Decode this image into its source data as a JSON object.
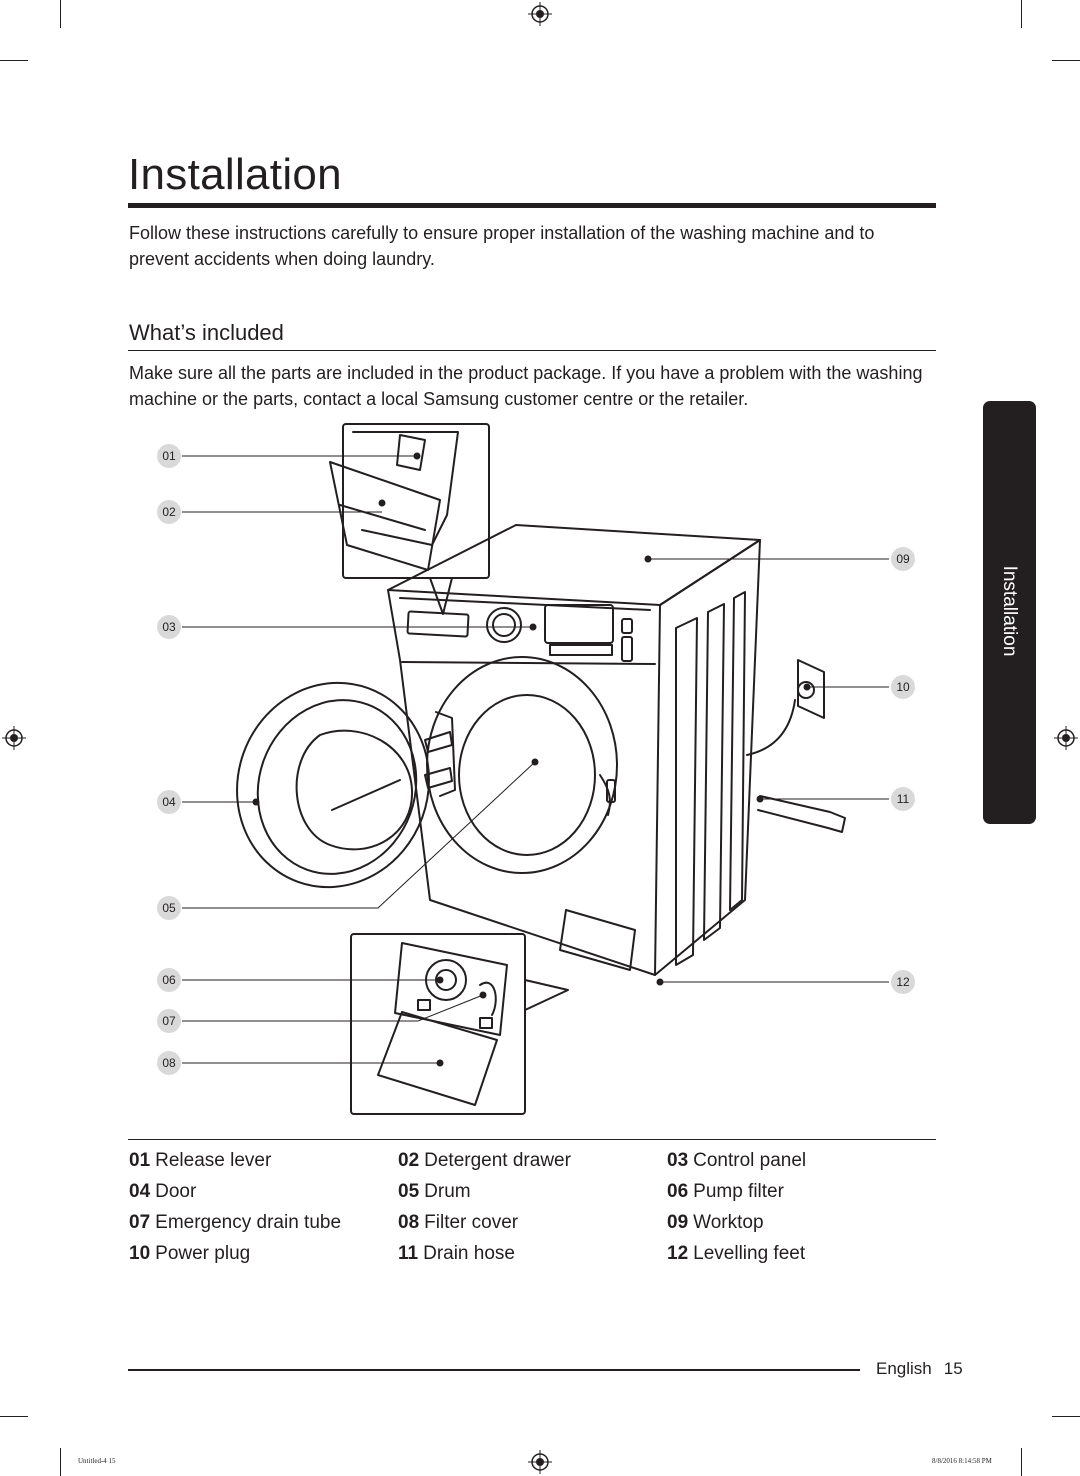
{
  "page": {
    "title": "Installation",
    "intro": "Follow these instructions carefully to ensure proper installation of the washing machine and to prevent accidents when doing laundry."
  },
  "section": {
    "title": "What’s included",
    "intro": "Make sure all the parts are included in the product package. If you have a problem with the washing machine or the parts, contact a local Samsung customer centre or the retailer."
  },
  "side_tab": {
    "label": "Installation"
  },
  "callouts": [
    "01",
    "02",
    "03",
    "04",
    "05",
    "06",
    "07",
    "08",
    "09",
    "10",
    "11",
    "12"
  ],
  "parts": [
    {
      "num": "01",
      "label": "Release lever"
    },
    {
      "num": "02",
      "label": "Detergent drawer"
    },
    {
      "num": "03",
      "label": "Control panel"
    },
    {
      "num": "04",
      "label": "Door"
    },
    {
      "num": "05",
      "label": "Drum"
    },
    {
      "num": "06",
      "label": "Pump filter"
    },
    {
      "num": "07",
      "label": "Emergency drain tube"
    },
    {
      "num": "08",
      "label": "Filter cover"
    },
    {
      "num": "09",
      "label": "Worktop"
    },
    {
      "num": "10",
      "label": "Power plug"
    },
    {
      "num": "11",
      "label": "Drain hose"
    },
    {
      "num": "12",
      "label": "Levelling feet"
    }
  ],
  "footer": {
    "language": "English",
    "page_number": "15"
  },
  "print_slug": {
    "left": "Untitled-4   15",
    "right": "8/8/2016   8:14:58 PM"
  },
  "colors": {
    "ink": "#231f20",
    "tab_text": "#ffffff",
    "callout_circle": "#d9d9d9"
  }
}
